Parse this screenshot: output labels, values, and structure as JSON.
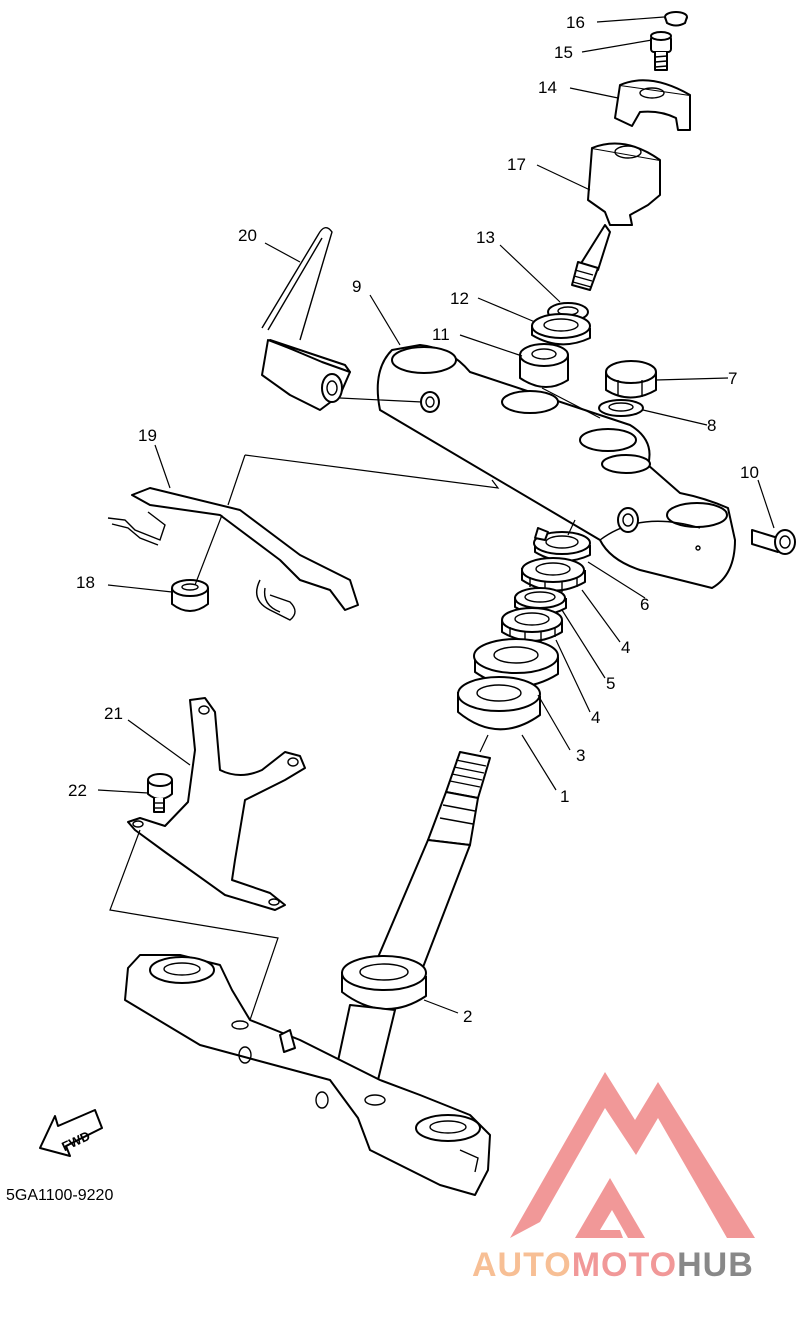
{
  "diagram_code": "5GA1100-9220",
  "fwd_label": "FWD",
  "callouts": {
    "p1": "1",
    "p2": "2",
    "p3": "3",
    "p4a": "4",
    "p4b": "4",
    "p5": "5",
    "p6": "6",
    "p7": "7",
    "p8": "8",
    "p9": "9",
    "p10": "10",
    "p11": "11",
    "p12": "12",
    "p13": "13",
    "p14": "14",
    "p15": "15",
    "p16": "16",
    "p17": "17",
    "p18": "18",
    "p19": "19",
    "p20": "20",
    "p21": "21",
    "p22": "22"
  },
  "watermark": {
    "part1": "AUTO",
    "part2": "MOTO",
    "part3": "HUB",
    "color_orange": "#f7b98a",
    "color_red": "#f08d8d",
    "color_gray": "#7c7c7c"
  }
}
